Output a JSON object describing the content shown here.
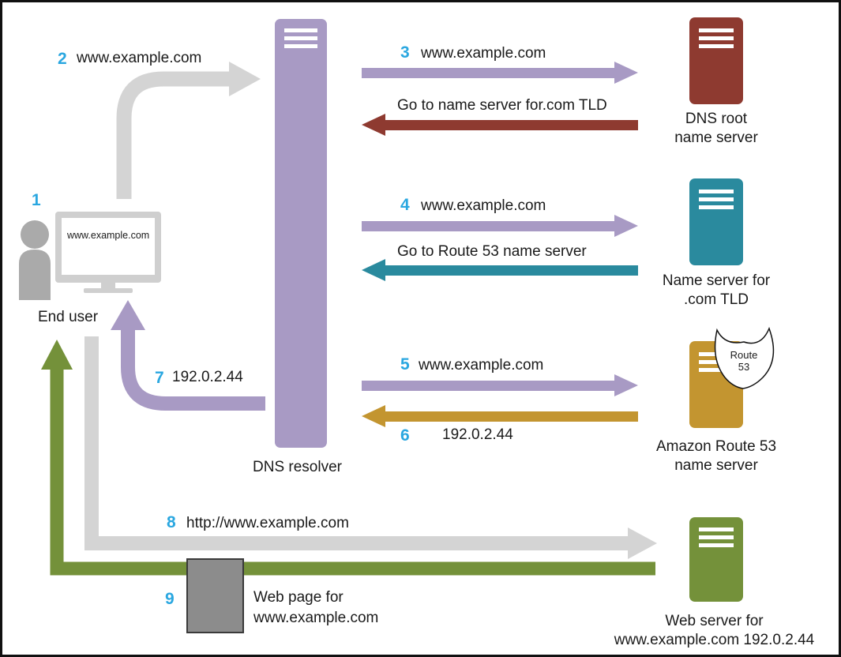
{
  "colors": {
    "gray_arrow": "#d4d4d4",
    "purple": "#a89ac4",
    "root_red": "#8e3a30",
    "tld_teal": "#2a8a9e",
    "route53_gold": "#c39530",
    "web_green": "#74913a",
    "step_number": "#2aa7e0",
    "page_box": "#8c8c8c"
  },
  "steps": {
    "s1": "1",
    "s2": "2",
    "s3": "3",
    "s4": "4",
    "s5": "5",
    "s6": "6",
    "s7": "7",
    "s8": "8",
    "s9": "9"
  },
  "labels": {
    "step2": "www.example.com",
    "step3": "www.example.com",
    "root_reply": "Go to name server for.com TLD",
    "step4": "www.example.com",
    "tld_reply": "Go to Route 53 name server",
    "step5": "www.example.com",
    "step6": "192.0.2.44",
    "step7": "192.0.2.44",
    "step8": "http://www.example.com",
    "web_page_line1": "Web page for",
    "web_page_line2": "www.example.com",
    "screen_text": "www.example.com",
    "end_user": "End user",
    "dns_resolver": "DNS resolver",
    "root_line1": "DNS root",
    "root_line2": "name server",
    "tld_line1": "Name server for",
    "tld_line2": ".com TLD",
    "route53_line1": "Amazon Route 53",
    "route53_line2": "name server",
    "webserver_line1": "Web server for",
    "webserver_line2": "www.example.com 192.0.2.44",
    "shield_line1": "Route",
    "shield_line2": "53"
  }
}
